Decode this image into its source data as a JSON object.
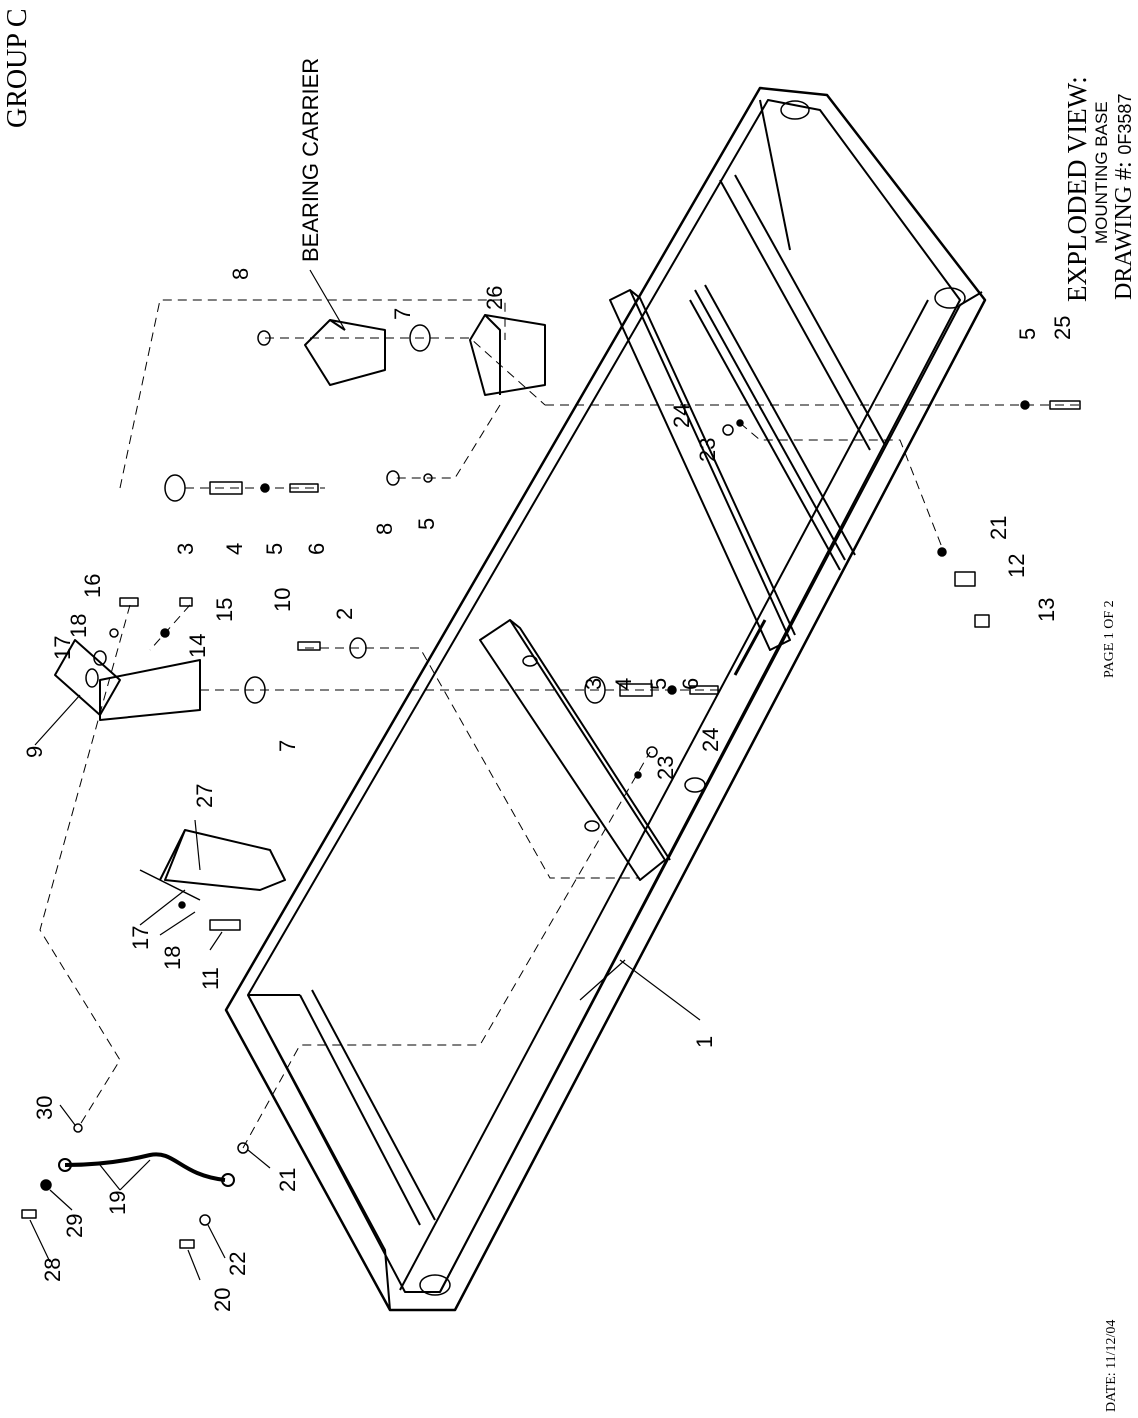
{
  "header": {
    "group": "GROUP C"
  },
  "title_block": {
    "line1": "EXPLODED VIEW:",
    "line2": "MOUNTING BASE",
    "drawing_label": "DRAWING #:",
    "drawing_number": "0F3587"
  },
  "footer": {
    "page": "PAGE 1 OF 2",
    "date": "DATE:  11/12/04"
  },
  "callouts": {
    "bearing_carrier": "BEARING CARRIER",
    "c1": "1",
    "c2": "2",
    "c3a": "3",
    "c3b": "3",
    "c4a": "4",
    "c4b": "4",
    "c5a": "5",
    "c5b": "5",
    "c5c": "5",
    "c5d": "5",
    "c6a": "6",
    "c6b": "6",
    "c7a": "7",
    "c7b": "7",
    "c8a": "8",
    "c8b": "8",
    "c9": "9",
    "c10": "10",
    "c11": "11",
    "c12": "12",
    "c13": "13",
    "c14": "14",
    "c15": "15",
    "c16": "16",
    "c17a": "17",
    "c17b": "17",
    "c18a": "18",
    "c18b": "18",
    "c19": "19",
    "c20": "20",
    "c21a": "21",
    "c21b": "21",
    "c22": "22",
    "c23a": "23",
    "c23b": "23",
    "c24a": "24",
    "c24b": "24",
    "c25": "25",
    "c26": "26",
    "c27": "27",
    "c28": "28",
    "c29": "29",
    "c30": "30"
  }
}
